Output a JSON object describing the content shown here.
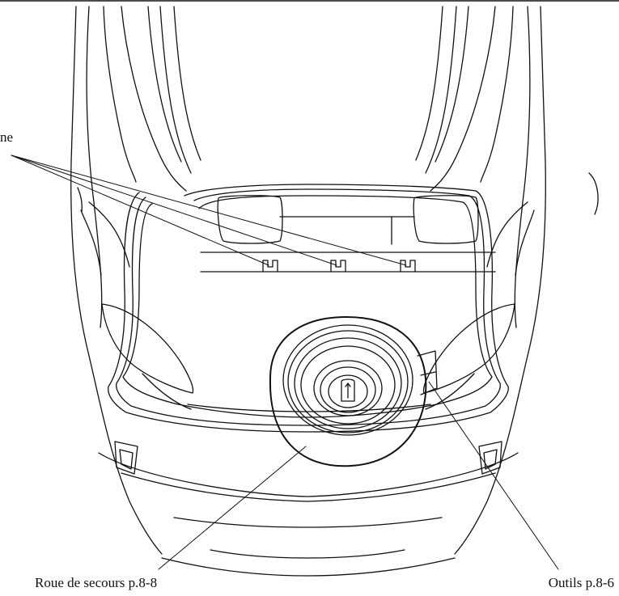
{
  "labels": {
    "top_partial": "ne",
    "spare_wheel": "Roue de secours p.8-8",
    "tools": "Outils p.8-6"
  }
}
